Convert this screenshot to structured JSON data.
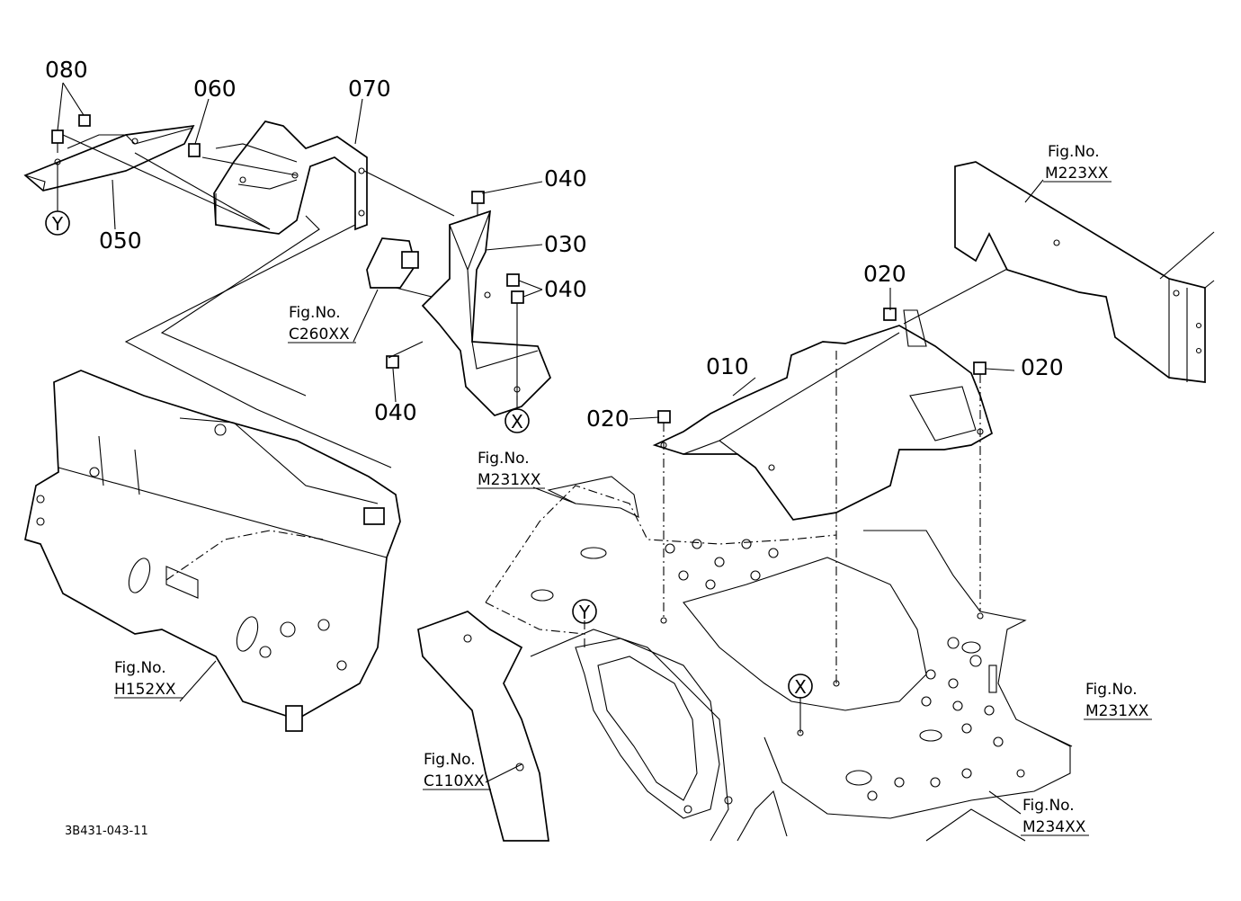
{
  "diagram": {
    "doc_id": "3B431-043-11",
    "part_labels": {
      "p010": "010",
      "p020a": "020",
      "p020b": "020",
      "p020c": "020",
      "p030": "030",
      "p040a": "040",
      "p040b": "040",
      "p040c": "040",
      "p050": "050",
      "p060": "060",
      "p070": "070",
      "p080": "080"
    },
    "fig_refs": {
      "m223": {
        "label": "Fig.No.",
        "code": "M223XX"
      },
      "c260": {
        "label": "Fig.No.",
        "code": "C260XX"
      },
      "m231a": {
        "label": "Fig.No.",
        "code": "M231XX"
      },
      "h152": {
        "label": "Fig.No.",
        "code": "H152XX"
      },
      "c110": {
        "label": "Fig.No.",
        "code": "C110XX"
      },
      "m231b": {
        "label": "Fig.No.",
        "code": "M231XX"
      },
      "m234": {
        "label": "Fig.No.",
        "code": "M234XX"
      }
    },
    "reference_marks": {
      "y1": "Y",
      "y2": "Y",
      "x1": "X",
      "x2": "X"
    }
  }
}
